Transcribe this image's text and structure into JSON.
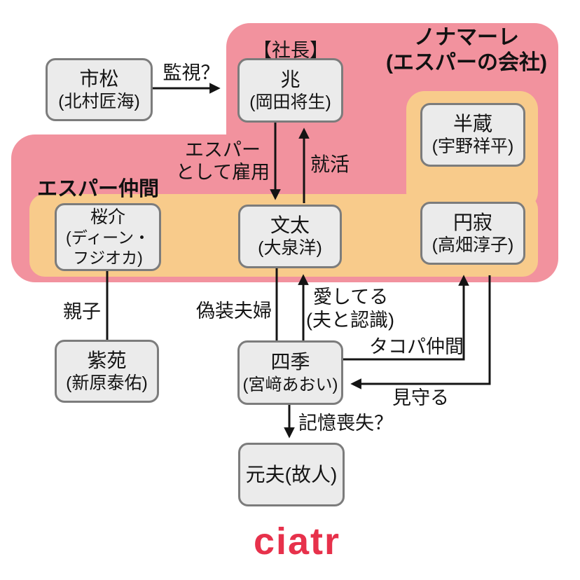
{
  "colors": {
    "pink": "#F2929E",
    "orange": "#F8CB8B",
    "box_fill": "#EBEBEB",
    "box_border": "#7C7C7C",
    "line": "#141414",
    "logo_red": "#E7314B"
  },
  "groups": {
    "company": {
      "title_line1": "ノナマーレ",
      "title_line2": "(エスパーの会社)"
    },
    "esper_friends": {
      "title": "エスパー仲間"
    }
  },
  "nodes": {
    "ichimatsu": {
      "name": "市松",
      "actor": "(北村匠海)"
    },
    "cho": {
      "tag": "【社長】",
      "name": "兆",
      "actor": "(岡田将生)"
    },
    "hanzo": {
      "name": "半蔵",
      "actor": "(宇野祥平)"
    },
    "osuke": {
      "name": "桜介",
      "actor_line1": "(ディーン・",
      "actor_line2": "フジオカ)"
    },
    "bunta": {
      "name": "文太",
      "actor": "(大泉洋)"
    },
    "enjaku": {
      "name": "円寂",
      "actor": "(高畑淳子)"
    },
    "shion": {
      "name": "紫苑",
      "actor": "(新原泰佑)"
    },
    "shiki": {
      "name": "四季",
      "actor": "(宮﨑あおい)"
    },
    "moto_otto": {
      "name": "元夫(故人)"
    }
  },
  "edges": {
    "kanshi": {
      "label": "監視？"
    },
    "koyou": {
      "label_line1": "エスパー",
      "label_line2": "として雇用"
    },
    "shuukatsu": {
      "label": "就活"
    },
    "oyako": {
      "label": "親子"
    },
    "gisou_fuufu": {
      "label": "偽装夫婦"
    },
    "aishiteru": {
      "label_line1": "愛してる",
      "label_line2": "(夫と認識)"
    },
    "takopa": {
      "label": "タコパ仲間"
    },
    "mimamoru": {
      "label": "見守る"
    },
    "kioku_soushitsu": {
      "label": "記憶喪失？"
    }
  },
  "logo": {
    "text": "ciatr"
  }
}
